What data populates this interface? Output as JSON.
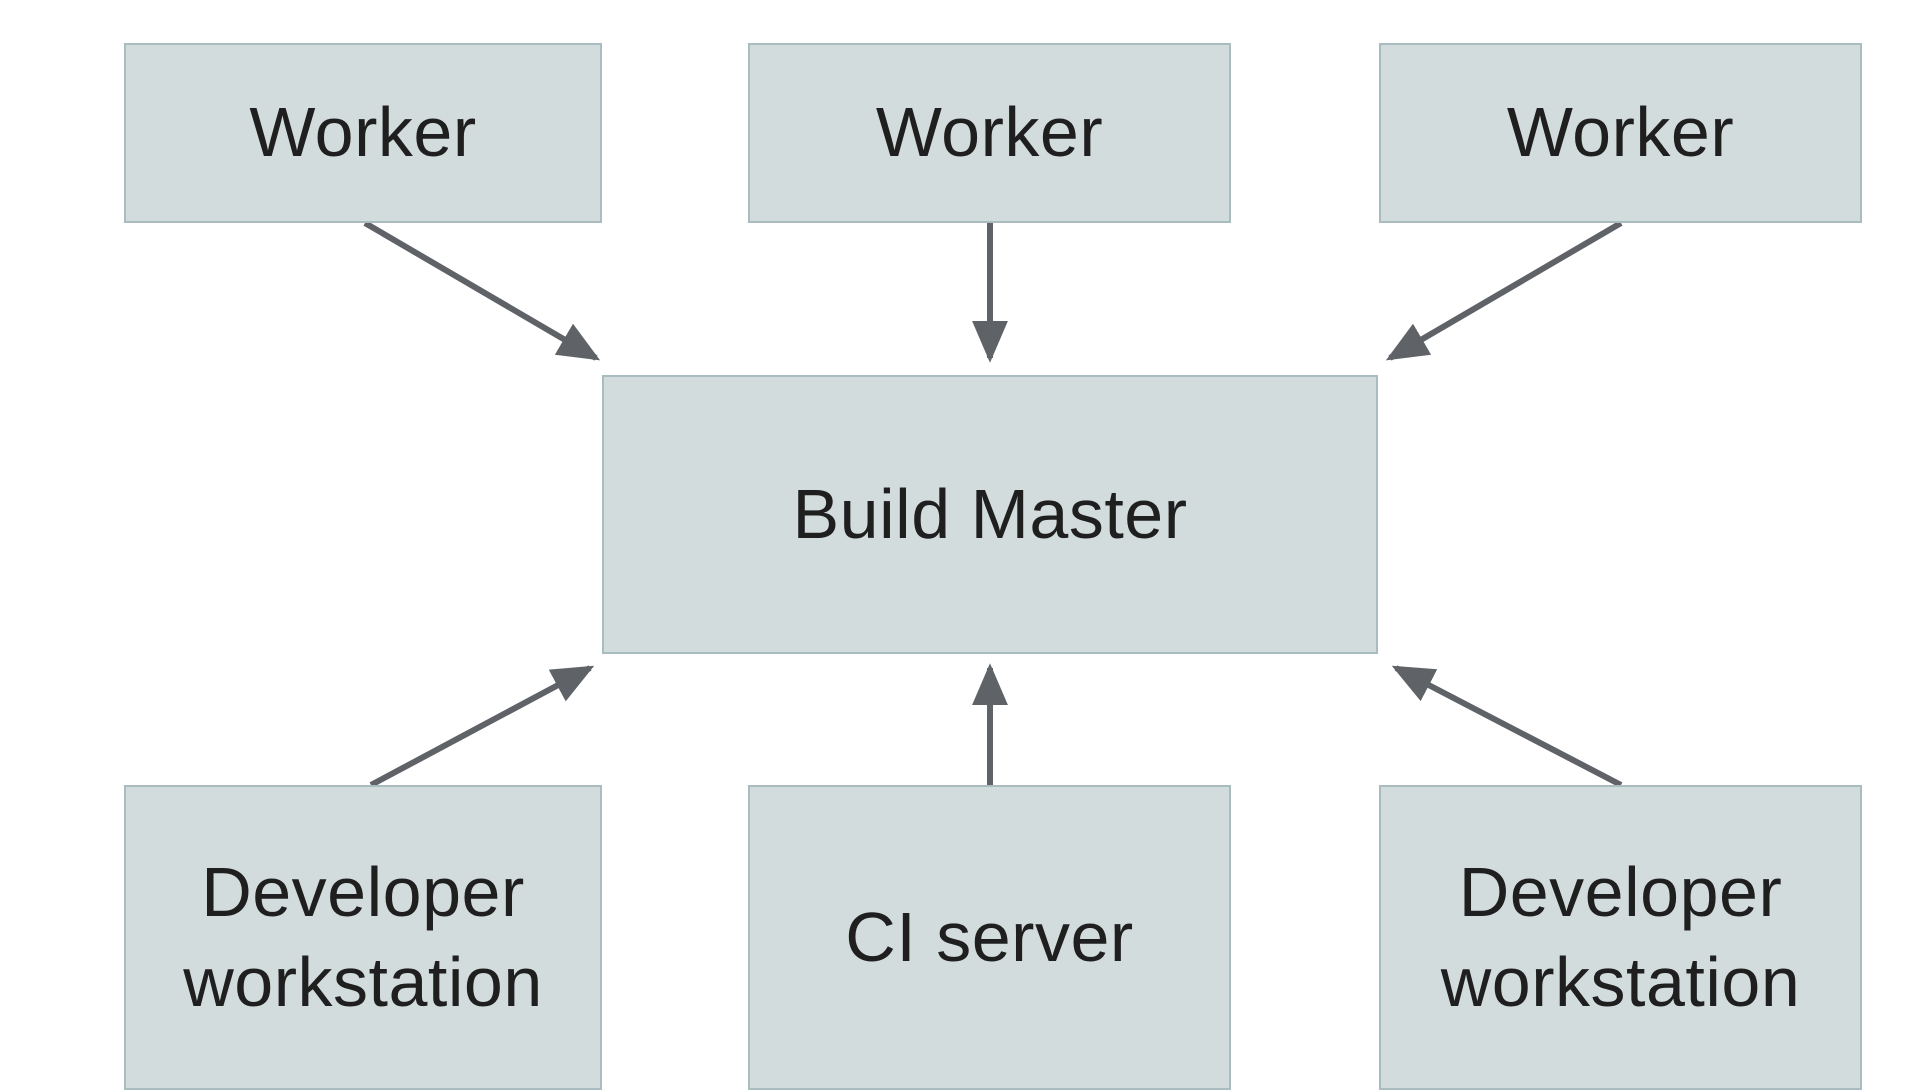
{
  "diagram": {
    "nodes": {
      "worker1": {
        "label": "Worker"
      },
      "worker2": {
        "label": "Worker"
      },
      "worker3": {
        "label": "Worker"
      },
      "build_master": {
        "label": "Build Master"
      },
      "dev_left": {
        "label": "Developer workstation"
      },
      "ci_server": {
        "label": "CI server"
      },
      "dev_right": {
        "label": "Developer workstation"
      }
    },
    "edges": [
      {
        "from": "worker1",
        "to": "build_master"
      },
      {
        "from": "worker2",
        "to": "build_master"
      },
      {
        "from": "worker3",
        "to": "build_master"
      },
      {
        "from": "dev_left",
        "to": "build_master"
      },
      {
        "from": "ci_server",
        "to": "build_master"
      },
      {
        "from": "dev_right",
        "to": "build_master"
      }
    ],
    "colors": {
      "node_fill": "#d3dcdd",
      "node_border": "#a9bcbf",
      "arrow": "#5f6368",
      "text": "#1f1f1f",
      "background": "#ffffff"
    }
  }
}
